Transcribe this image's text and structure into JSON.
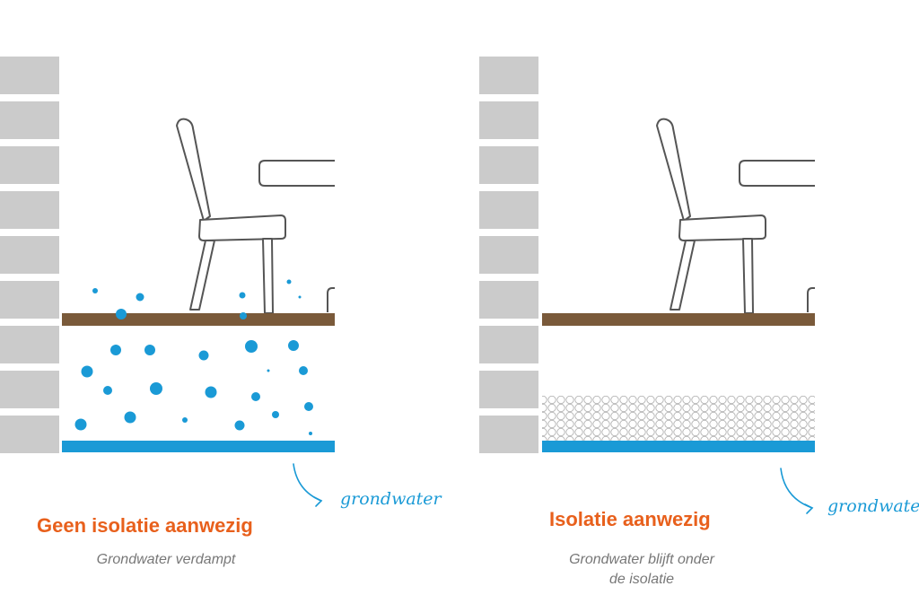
{
  "colors": {
    "brick": "#cbcbcb",
    "floor": "#7a5a3a",
    "water": "#1a9ad6",
    "accent": "#e8601c",
    "text_muted": "#777777",
    "furniture_stroke": "#555555"
  },
  "panels": [
    {
      "title": "Geen isolatie aanwezig",
      "subtitle_lines": [
        "Grondwater verdampt"
      ],
      "water_label": "grondwater"
    },
    {
      "title": "Isolatie aanwezig",
      "subtitle_lines": [
        "Grondwater blijft onder",
        "de isolatie"
      ],
      "water_label": "grondwater"
    }
  ]
}
